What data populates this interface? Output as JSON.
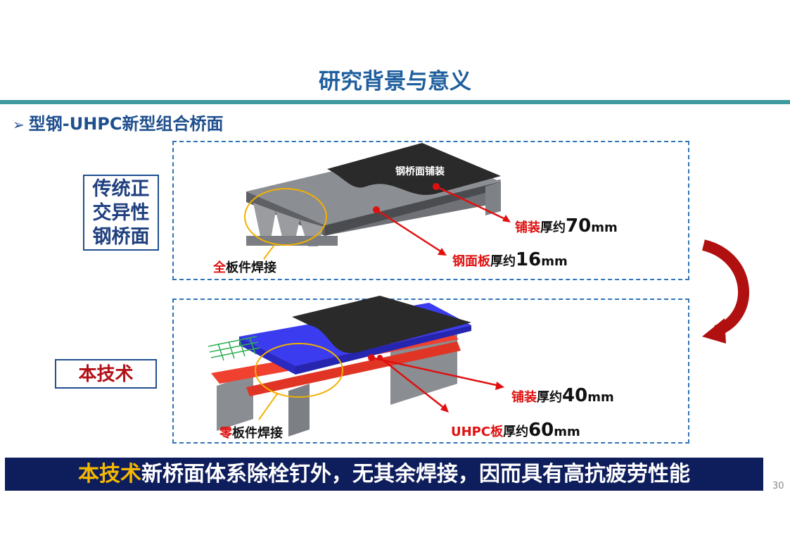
{
  "slide": {
    "title": "研究背景与意义",
    "subtitle": "型钢-UHPC新型组合桥面",
    "subtitle_marker": "➢",
    "page_number": "30"
  },
  "traditional": {
    "label_lines": [
      "传统正",
      "交异性",
      "钢桥面"
    ],
    "image_caption": "钢桥面铺装",
    "weld_prefix": "全",
    "weld_suffix": "板件焊接",
    "paving_red": "铺装",
    "paving_text": "厚约",
    "paving_value": "70",
    "paving_unit": "mm",
    "plate_red": "钢面板",
    "plate_text": "厚约",
    "plate_value": "16",
    "plate_unit": "mm"
  },
  "new_tech": {
    "label": "本技术",
    "weld_prefix": "零",
    "weld_suffix": "板件焊接",
    "paving_red": "铺装",
    "paving_text": "厚约",
    "paving_value": "40",
    "paving_unit": "mm",
    "plate_red": "UHPC板",
    "plate_text": "厚约",
    "plate_value": "60",
    "plate_unit": "mm"
  },
  "conclusion": {
    "highlight": "本技术",
    "text": "新桥面体系除栓钉外，无其余焊接，因而具有高抗疲劳性能"
  },
  "colors": {
    "title": "#1f5f9e",
    "rule": "#3f9aa0",
    "accent_red": "#e01010",
    "bar_bg": "#0e1d5c",
    "highlight": "#f5b800",
    "asphalt": "#2a2a2a",
    "steel": "#8a8d92",
    "uhpc": "#3b3bf0",
    "girder_red": "#f04030"
  }
}
